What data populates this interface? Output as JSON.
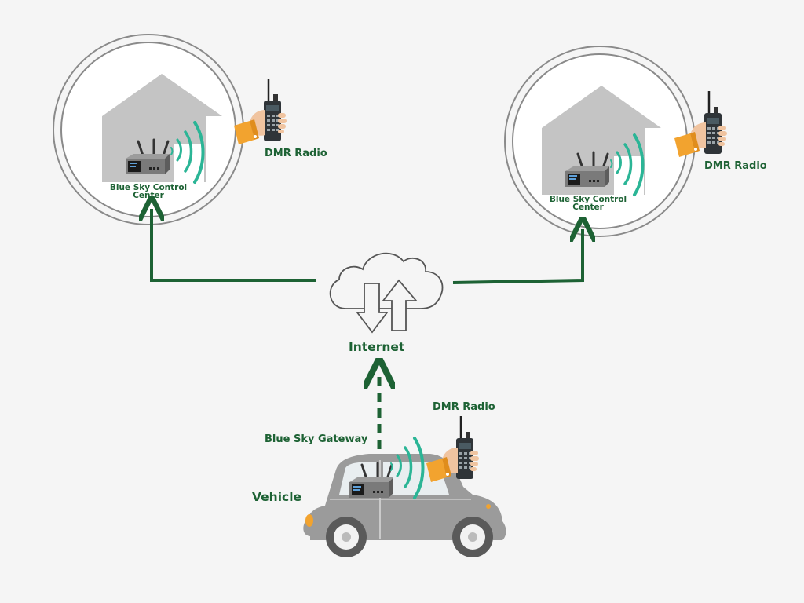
{
  "colors": {
    "background": "#f5f5f5",
    "accent_green": "#1d6234",
    "house_gray": "#c4c4c4",
    "circle_stroke": "#8a8a8a",
    "wave_teal": "#2bb596",
    "sleeve_orange": "#f2a32f",
    "car_gray": "#9b9b9b"
  },
  "sites": [
    {
      "id": "site-left",
      "label_line1": "Blue Sky Control",
      "label_line2": "Center",
      "radio_label": "DMR Radio"
    },
    {
      "id": "site-right",
      "label_line1": "Blue Sky Control",
      "label_line2": "Center",
      "radio_label": "DMR Radio"
    }
  ],
  "cloud": {
    "label": "Internet",
    "icon": "cloud-transfer-icon"
  },
  "vehicle": {
    "label": "Vehicle",
    "gateway_label": "Blue Sky Gateway",
    "radio_label": "DMR Radio"
  },
  "connections": [
    {
      "from": "internet",
      "to": "site-left",
      "style": "solid"
    },
    {
      "from": "internet",
      "to": "site-right",
      "style": "solid"
    },
    {
      "from": "vehicle-gateway",
      "to": "internet",
      "style": "dashed"
    }
  ]
}
